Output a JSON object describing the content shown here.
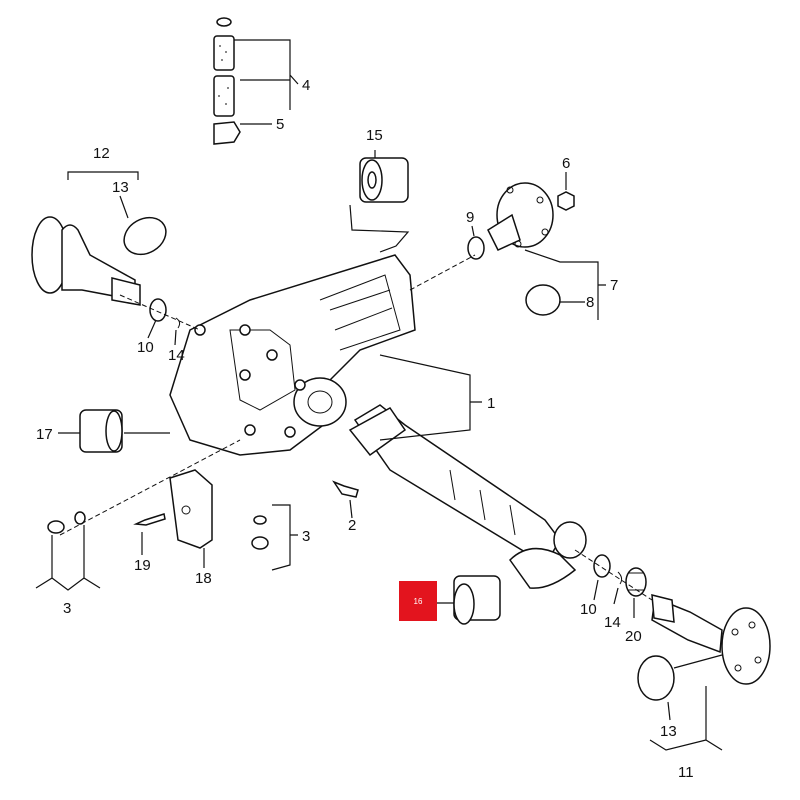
{
  "diagram": {
    "callouts": [
      {
        "id": "c1",
        "text": "1"
      },
      {
        "id": "c2",
        "text": "2"
      },
      {
        "id": "c3a",
        "text": "3"
      },
      {
        "id": "c3b",
        "text": "3"
      },
      {
        "id": "c4",
        "text": "4"
      },
      {
        "id": "c5",
        "text": "5"
      },
      {
        "id": "c6",
        "text": "6"
      },
      {
        "id": "c7",
        "text": "7"
      },
      {
        "id": "c8",
        "text": "8"
      },
      {
        "id": "c9",
        "text": "9"
      },
      {
        "id": "c10a",
        "text": "10"
      },
      {
        "id": "c10b",
        "text": "10"
      },
      {
        "id": "c11",
        "text": "11"
      },
      {
        "id": "c12",
        "text": "12"
      },
      {
        "id": "c13a",
        "text": "13"
      },
      {
        "id": "c13b",
        "text": "13"
      },
      {
        "id": "c14a",
        "text": "14"
      },
      {
        "id": "c14b",
        "text": "14"
      },
      {
        "id": "c15",
        "text": "15"
      },
      {
        "id": "c17",
        "text": "17"
      },
      {
        "id": "c18",
        "text": "18"
      },
      {
        "id": "c19",
        "text": "19"
      },
      {
        "id": "c20",
        "text": "20"
      }
    ],
    "highlight": {
      "text": "16",
      "color": "#e3141e"
    }
  }
}
